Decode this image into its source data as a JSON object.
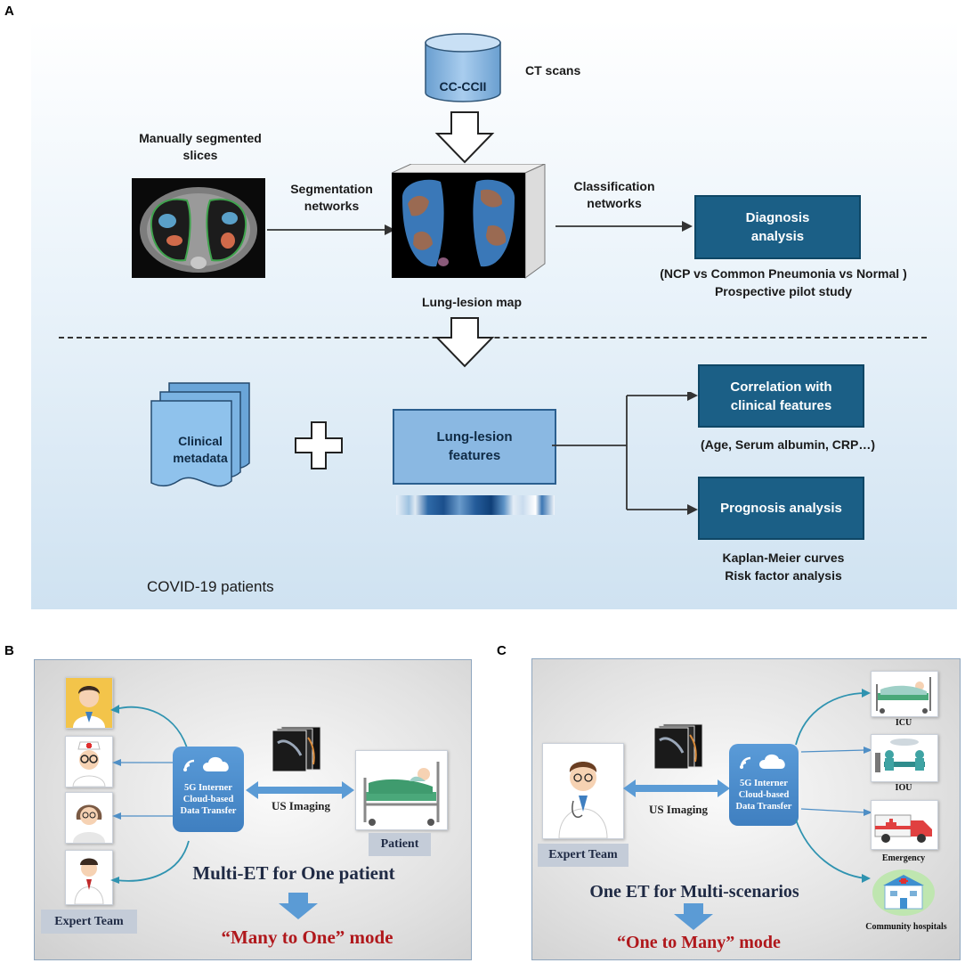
{
  "panels": {
    "a": "A",
    "b": "B",
    "c": "C"
  },
  "panel_a": {
    "database": "CC-CCII",
    "ct_scans": "CT scans",
    "manual_slices": "Manually segmented slices",
    "segmentation_networks": "Segmentation networks",
    "classification_networks": "Classification networks",
    "lung_lesion_map": "Lung-lesion map",
    "diagnosis_box": "Diagnosis analysis",
    "diagnosis_note_1": "(NCP vs Common Pneumonia vs Normal )",
    "diagnosis_note_2": "Prospective pilot study",
    "clinical_metadata": "Clinical metadata",
    "lung_lesion_features": "Lung-lesion features",
    "correlation_box": "Correlation with clinical features",
    "correlation_note": "(Age, Serum albumin, CRP…)",
    "prognosis_box": "Prognosis analysis",
    "prognosis_note_1": "Kaplan-Meier curves",
    "prognosis_note_2": "Risk factor analysis",
    "patients_label": "COVID-19 patients"
  },
  "panel_b": {
    "cloud_text": "5G Interner Cloud-based Data Transfer",
    "us_imaging": "US Imaging",
    "patient": "Patient",
    "expert_team": "Expert Team",
    "title": "Multi-ET for One patient",
    "mode": "“Many to One” mode"
  },
  "panel_c": {
    "cloud_text": "5G Interner Cloud-based Data Transfer",
    "us_imaging": "US Imaging",
    "expert_team": "Expert Team",
    "title": "One ET for Multi-scenarios",
    "mode": "“One to Many” mode",
    "scenarios": [
      "ICU",
      "IOU",
      "Emergency",
      "Community hospitals"
    ]
  },
  "colors": {
    "dark_box": "#1b5f86",
    "light_box": "#8ab8e2",
    "arrow_blue": "#5b9bd5",
    "mode_red": "#b0181c",
    "title_navy": "#1f2a44"
  }
}
